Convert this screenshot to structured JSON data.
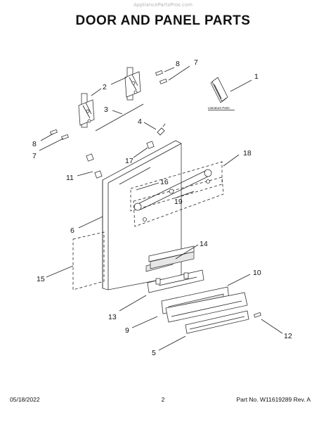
{
  "watermark": "AppliancePartsPros.com",
  "title": "DOOR AND PANEL PARTS",
  "callouts": {
    "c1": "1",
    "c2": "2",
    "c3": "3",
    "c4": "4",
    "c5": "5",
    "c6": "6",
    "c7a": "7",
    "c7b": "7",
    "c8a": "8",
    "c8b": "8",
    "c9": "9",
    "c10": "10",
    "c11": "11",
    "c12": "12",
    "c13": "13",
    "c14": "14",
    "c15": "15",
    "c16": "16",
    "c17": "17",
    "c18": "18",
    "c19": "19"
  },
  "literature_label": "Literature Parts",
  "footer": {
    "date": "05/18/2022",
    "page": "2",
    "part_info": "Part No. W11619289  Rev. A"
  }
}
